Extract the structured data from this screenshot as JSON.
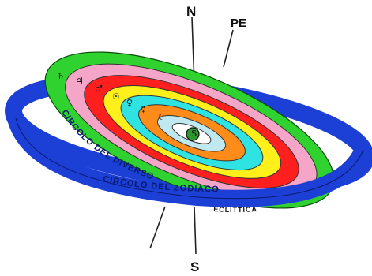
{
  "labels": {
    "north": "N",
    "south": "S",
    "pole": "PE",
    "earth": "(IS)",
    "ring_winter": "CIRCOLO DEL DIVERSO",
    "ring_zodiac": "CIRCOLO DEL ZODIACO",
    "ring_ecliptic": "ECLITTICA"
  },
  "planet_symbols": [
    {
      "name": "saturn",
      "glyph": "♄"
    },
    {
      "name": "jupiter",
      "glyph": "♃"
    },
    {
      "name": "mars",
      "glyph": "♂"
    },
    {
      "name": "sun",
      "glyph": "☉"
    },
    {
      "name": "venus",
      "glyph": "♀"
    },
    {
      "name": "mercury",
      "glyph": "☿"
    },
    {
      "name": "moon",
      "glyph": "☾"
    }
  ],
  "colors": {
    "outer_ring_blue": "#1c3fd6",
    "band_green": "#2fd22f",
    "band_pink": "#f5a6c8",
    "band_red": "#ff1f1f",
    "band_yellow": "#ffef1a",
    "band_cyan": "#2fe3e3",
    "band_orange": "#ff8c1a",
    "band_lightblue": "#bfe8f0",
    "earth_green": "#2d9a2d"
  }
}
